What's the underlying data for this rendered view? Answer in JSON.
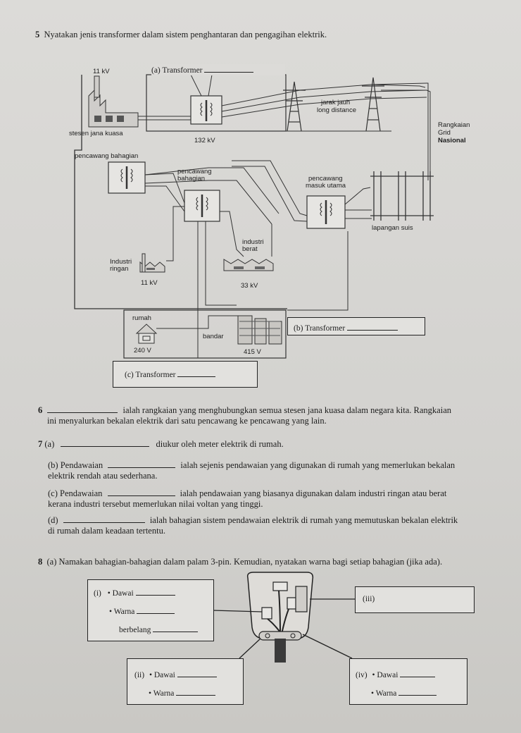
{
  "q5": {
    "number": "5",
    "text": "Nyatakan jenis transformer dalam sistem penghantaran dan pengagihan elektrik.",
    "labels": {
      "v11kv_top": "11 kV",
      "box_a": "(a) Transformer",
      "stesen": "stesen jana kuasa",
      "v132": "132 kV",
      "jarak_jauh": "jarak jauh",
      "long_distance": "long distance",
      "rangkaian": "Rangkaian",
      "grid": "Grid",
      "nasional": "Nasional",
      "pencawang_bahagian_1": "pencawang bahagian",
      "pencawang_bahagian_2": "pencawang",
      "pencawang_bahagian_3": "bahagian",
      "pencawang_masuk_1": "pencawang",
      "pencawang_masuk_2": "masuk utama",
      "lapangan_suis": "lapangan suis",
      "industri_berat_1": "industri",
      "industri_berat_2": "berat",
      "industri_ringan_1": "Industri",
      "industri_ringan_2": "ringan",
      "v11kv_mid": "11 kV",
      "v33kv": "33 kV",
      "rumah": "rumah",
      "bandar": "bandar",
      "v240": "240 V",
      "v415": "415 V",
      "box_b": "(b) Transformer",
      "box_c": "(c) Transformer"
    }
  },
  "q6": {
    "number": "6",
    "text1": "ialah rangkaian yang menghubungkan semua stesen jana kuasa dalam negara kita. Rangkaian",
    "text2": "ini menyalurkan bekalan elektrik dari satu pencawang ke pencawang yang lain."
  },
  "q7": {
    "number": "7",
    "a_label": "(a)",
    "a_text": "diukur oleh meter elektrik di rumah.",
    "b_label": "(b) Pendawaian",
    "b_text1": "ialah sejenis pendawaian yang digunakan di rumah yang memerlukan bekalan",
    "b_text2": "elektrik rendah atau sederhana.",
    "c_label": "(c) Pendawaian",
    "c_text1": "ialah pendawaian yang biasanya digunakan dalam industri ringan atau berat",
    "c_text2": "kerana industri tersebut memerlukan nilai voltan yang tinggi.",
    "d_label": "(d)",
    "d_text1": "ialah bahagian sistem pendawaian elektrik di rumah yang memutuskan bekalan elektrik",
    "d_text2": "di rumah dalam keadaan tertentu."
  },
  "q8": {
    "number": "8",
    "text": "(a) Namakan bahagian-bahagian dalam palam 3-pin. Kemudian, nyatakan warna bagi setiap bahagian (jika ada).",
    "box_i": {
      "label": "(i)",
      "dawai": "• Dawai",
      "warna": "• Warna",
      "berbelang": "berbelang"
    },
    "box_ii": {
      "label": "(ii)",
      "dawai": "• Dawai",
      "warna": "• Warna"
    },
    "box_iii": {
      "label": "(iii)"
    },
    "box_iv": {
      "label": "(iv)",
      "dawai": "• Dawai",
      "warna": "• Warna"
    }
  }
}
